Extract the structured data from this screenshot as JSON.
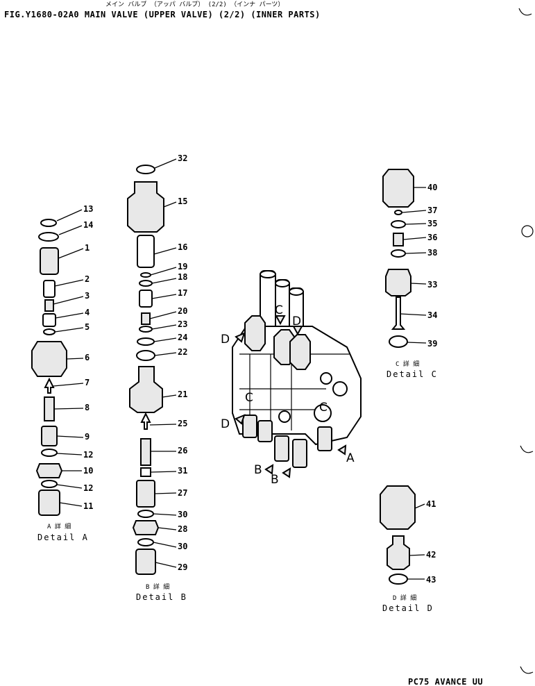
{
  "header": {
    "japanese_title": "メイン バルブ （アッパ バルブ） (2/2) （インナ パーツ）",
    "figure_title": "FIG.Y1680-02A0  MAIN VALVE (UPPER VALVE) (2/2) (INNER PARTS)"
  },
  "footer": {
    "model": "PC75 AVANCE UU"
  },
  "details": {
    "a": {
      "jp": "A 詳 細",
      "label": "Detail A"
    },
    "b": {
      "jp": "B 詳 細",
      "label": "Detail B"
    },
    "c": {
      "jp": "C 詳 細",
      "label": "Detail C"
    },
    "d": {
      "jp": "D 詳 細",
      "label": "Detail D"
    }
  },
  "callouts": {
    "a": [
      "13",
      "14",
      "1",
      "2",
      "3",
      "4",
      "5",
      "6",
      "7",
      "8",
      "9",
      "12",
      "10",
      "12",
      "11"
    ],
    "b": [
      "32",
      "15",
      "16",
      "19",
      "18",
      "17",
      "20",
      "23",
      "24",
      "22",
      "21",
      "25",
      "26",
      "31",
      "27",
      "30",
      "28",
      "30",
      "29"
    ],
    "c": [
      "40",
      "37",
      "35",
      "36",
      "38",
      "33",
      "34",
      "39"
    ],
    "d": [
      "41",
      "42",
      "43"
    ]
  },
  "view_letters": [
    "C",
    "D",
    "D",
    "D",
    "C",
    "C",
    "A",
    "B",
    "B"
  ]
}
